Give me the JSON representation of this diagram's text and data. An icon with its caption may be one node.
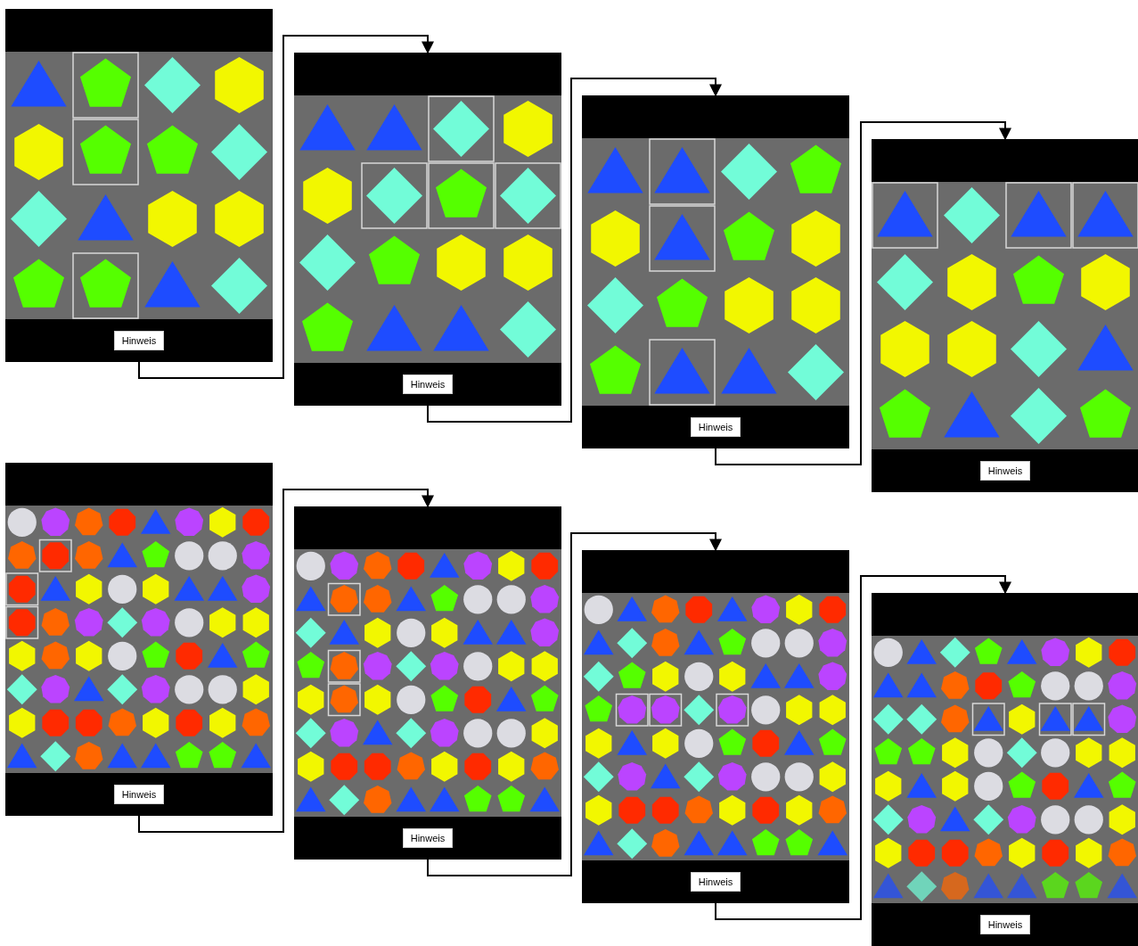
{
  "diagram": {
    "nodes": [
      {
        "text": [
          "Hinweis"
        ]
      },
      {
        "text": [
          "Hinweis"
        ]
      },
      {
        "text": [
          "Hinweis"
        ]
      },
      {
        "text": [
          "Hinweis"
        ]
      },
      {
        "text": [
          "Hinweis"
        ]
      },
      {
        "text": [
          "Hinweis"
        ]
      },
      {
        "text": [
          "Hinweis"
        ]
      },
      {
        "text": [
          "Hinweis"
        ]
      }
    ],
    "edges": [
      {
        "from": 0,
        "to": 1,
        "arrow": "to"
      },
      {
        "from": 1,
        "to": 2,
        "arrow": "to"
      },
      {
        "from": 2,
        "to": 3,
        "arrow": "to"
      },
      {
        "from": 4,
        "to": 5,
        "arrow": "to"
      },
      {
        "from": 5,
        "to": 6,
        "arrow": "to"
      },
      {
        "from": 6,
        "to": 7,
        "arrow": "to"
      }
    ]
  }
}
